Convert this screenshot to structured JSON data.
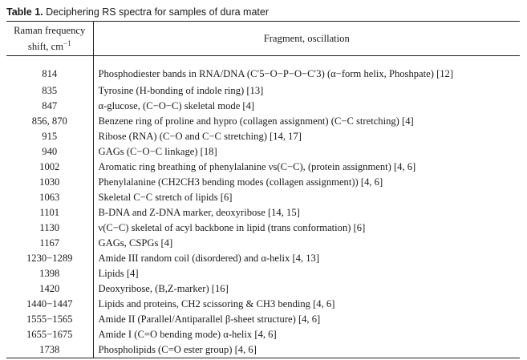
{
  "caption": {
    "label": "Table 1.",
    "title": " Deciphering RS spectra for samples of dura mater"
  },
  "header": {
    "col1_line1": "Raman frequency",
    "col1_line2": "shift, cm",
    "col1_unit_sup": "−1",
    "col2": "Fragment, oscillation"
  },
  "rows": [
    {
      "freq": "814",
      "fragment": "Phosphodiester bands in RNA/DNA (C′5−O−P−O−C′3) (α−form helix, Phoshpate) [12]"
    },
    {
      "freq": "835",
      "fragment": "Tyrosine (H-bonding of indole ring) [13]"
    },
    {
      "freq": "847",
      "fragment": "α-glucose, (C−O−C) skeletal mode [4]"
    },
    {
      "freq": "856, 870",
      "fragment": "Benzene ring of proline and hypro (collagen assignment) (C−C stretching) [4]"
    },
    {
      "freq": "915",
      "fragment": "Ribose (RNA) (C−O and C−C stretching) [14, 17]"
    },
    {
      "freq": "940",
      "fragment": "GAGs (C−O−C linkage) [18]"
    },
    {
      "freq": "1002",
      "fragment": "Aromatic ring breathing of phenylalanine νs(C−C), (protein assignment) [4, 6]"
    },
    {
      "freq": "1030",
      "fragment": "Phenylalanine (CH2CH3 bending modes (collagen assignment)) [4, 6]"
    },
    {
      "freq": "1063",
      "fragment": "Skeletal C−C stretch of lipids [6]"
    },
    {
      "freq": "1101",
      "fragment": "B-DNA and Z-DNA marker, deoxyribose [14, 15]"
    },
    {
      "freq": "1130",
      "fragment": "ν(C−C) skeletal of acyl backbone in lipid (trans conformation) [6]"
    },
    {
      "freq": "1167",
      "fragment": "GAGs, CSPGs [4]"
    },
    {
      "freq": "1230−1289",
      "fragment": "Amide III random coil (disordered) and α-helix [4, 13]"
    },
    {
      "freq": "1398",
      "fragment": "Lipids [4]"
    },
    {
      "freq": "1420",
      "fragment": "Deoxyribose, (B,Z-marker) [16]"
    },
    {
      "freq": "1440−1447",
      "fragment": "Lipids and proteins, CH2 scissoring & CH3 bending [4, 6]"
    },
    {
      "freq": "1555−1565",
      "fragment": "Amide II (Parallel/Antiparallel β-sheet structure) [4, 6]"
    },
    {
      "freq": "1655−1675",
      "fragment": "Amide I (C=O bending mode) α-helix [4, 6]"
    },
    {
      "freq": "1738",
      "fragment": "Phospholipids (C=O ester group) [4, 6]"
    }
  ]
}
